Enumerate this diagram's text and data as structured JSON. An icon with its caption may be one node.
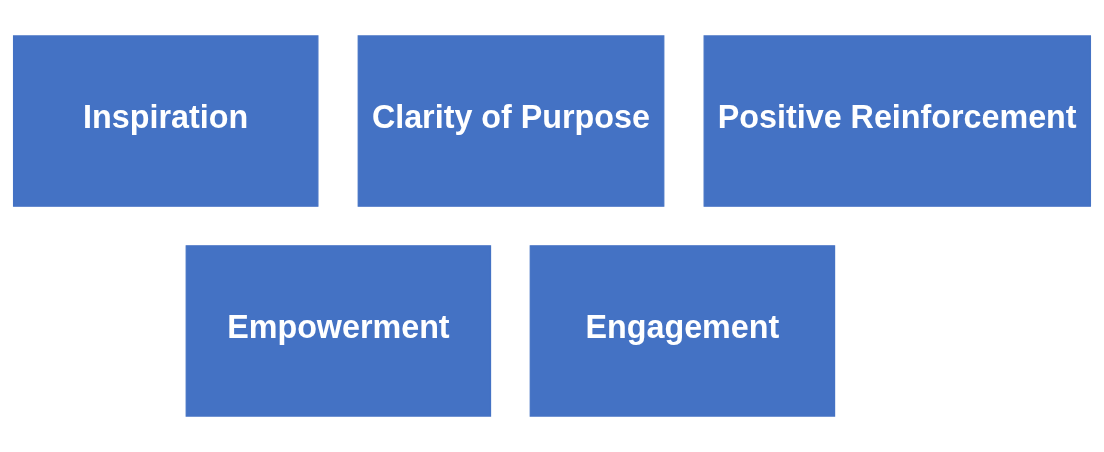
{
  "diagram": {
    "nodes": [
      {
        "text": [
          "Inspiration"
        ]
      },
      {
        "text": [
          "Clarity of Purpose"
        ]
      },
      {
        "text": [
          "Positive Reinforcement"
        ]
      },
      {
        "text": [
          "Empowerment"
        ]
      },
      {
        "text": [
          "Engagement"
        ]
      }
    ]
  }
}
